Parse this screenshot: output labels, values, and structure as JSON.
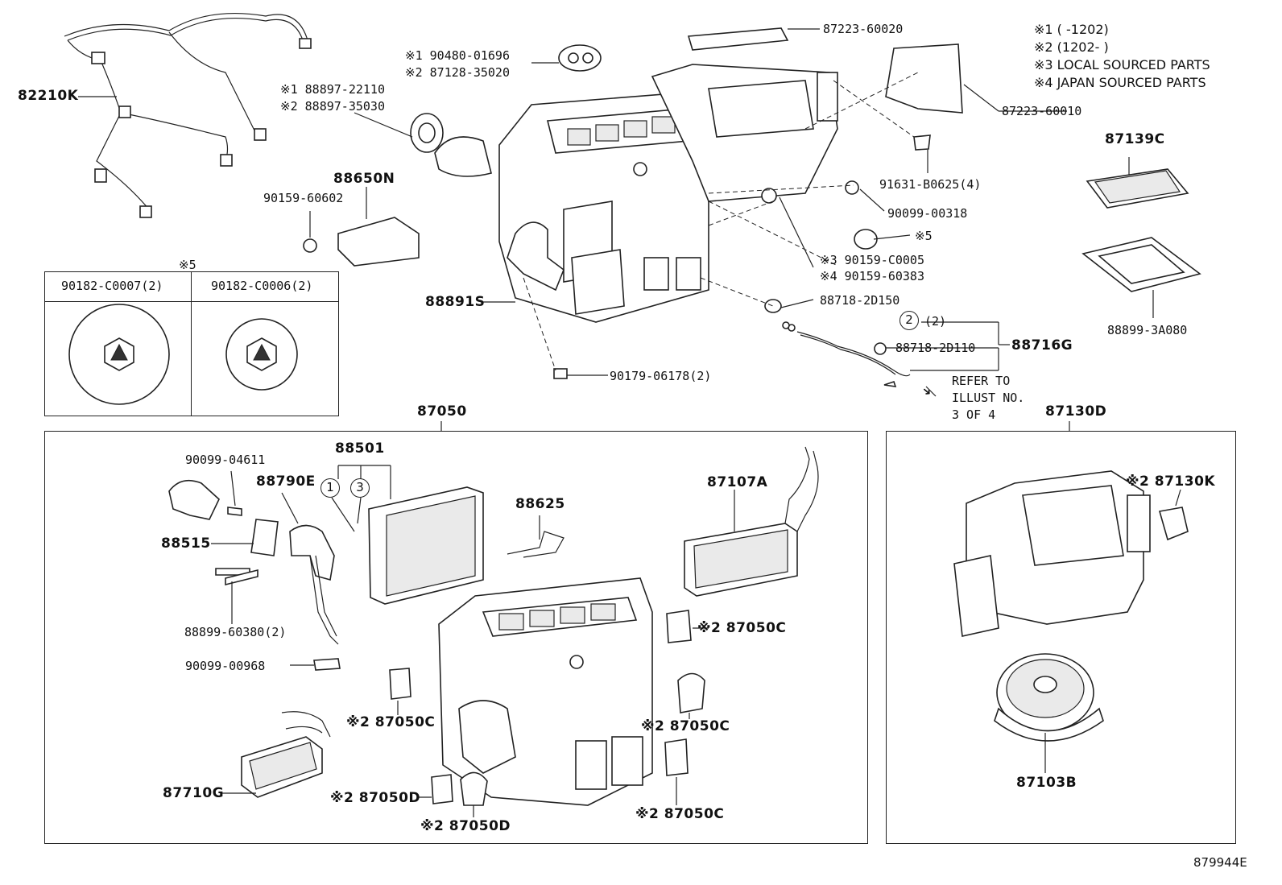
{
  "legend": {
    "note1": "※1 (  -1202)",
    "note2": "※2 (1202-  )",
    "note3": "※3 LOCAL SOURCED PARTS",
    "note4": "※4 JAPAN SOURCED PARTS"
  },
  "inset5": {
    "title": "※5",
    "col1": "90182-C0007(2)",
    "col2": "90182-C0006(2)"
  },
  "top_labels": {
    "l82210K": "82210K",
    "l87223_60020": "87223-60020",
    "l90480": "※1 90480-01696",
    "l87128": "※2 87128-35020",
    "l88897_22110": "※1 88897-22110",
    "l88897_35030": "※2 88897-35030",
    "l88650N": "88650N",
    "l90159_60602": "90159-60602",
    "l87223_60010": "87223-60010",
    "l87139C": "87139C",
    "l91631": "91631-B0625(4)",
    "l90099_00318": "90099-00318",
    "lstar5": "※5",
    "l90159_C0005": "※3 90159-C0005",
    "l90159_60383": "※4 90159-60383",
    "l88718_2D150": "88718-2D150",
    "l88891S": "88891S",
    "lcircle2": "2",
    "lcircle2qty": "(2)",
    "l88716G": "88716G",
    "l88718_2D110": "88718-2D110",
    "l88899_3A080": "88899-3A080",
    "l90179": "90179-06178(2)",
    "refer1": "REFER TO",
    "refer2": "ILLUST NO.",
    "refer3": "3 OF 4"
  },
  "main_box": {
    "title": "87050",
    "l90099_04611": "90099-04611",
    "l88501": "88501",
    "lcircle1": "1",
    "lcircle3": "3",
    "l88790E": "88790E",
    "l88625": "88625",
    "l87107A": "87107A",
    "l88515": "88515",
    "l88899_60380": "88899-60380(2)",
    "l90099_00968": "90099-00968",
    "l87050C_r1": "※2 87050C",
    "l87050C_l": "※2 87050C",
    "l87050C_r2": "※2 87050C",
    "l87050C_r3": "※2 87050C",
    "l87710G": "87710G",
    "l87050D_a": "※2 87050D",
    "l87050D_b": "※2 87050D"
  },
  "blower_box": {
    "title": "87130D",
    "l87130K": "※2 87130K",
    "l87103B": "87103B"
  },
  "footer": {
    "code": "879944E"
  }
}
